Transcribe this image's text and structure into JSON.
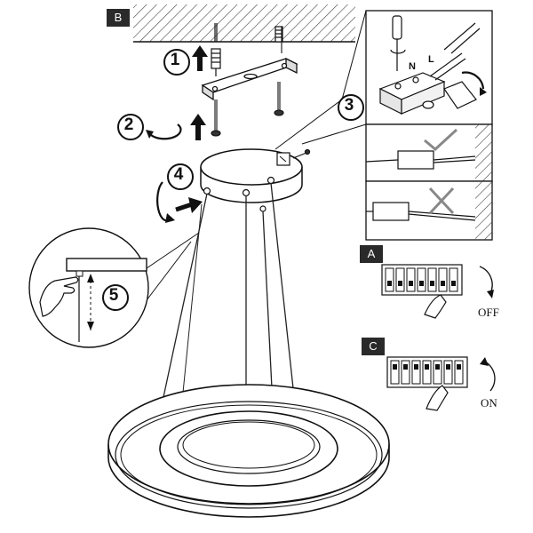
{
  "panels": {
    "b_label": "B",
    "a_label": "A",
    "c_label": "C"
  },
  "steps": [
    "1",
    "2",
    "3",
    "4",
    "5"
  ],
  "captions": {
    "off": "OFF",
    "on": "ON"
  },
  "terminal": {
    "neutral": "N",
    "live": "L"
  },
  "colors": {
    "ink": "#111111",
    "hatch": "#444444",
    "label_bg": "#2a2a2a"
  }
}
